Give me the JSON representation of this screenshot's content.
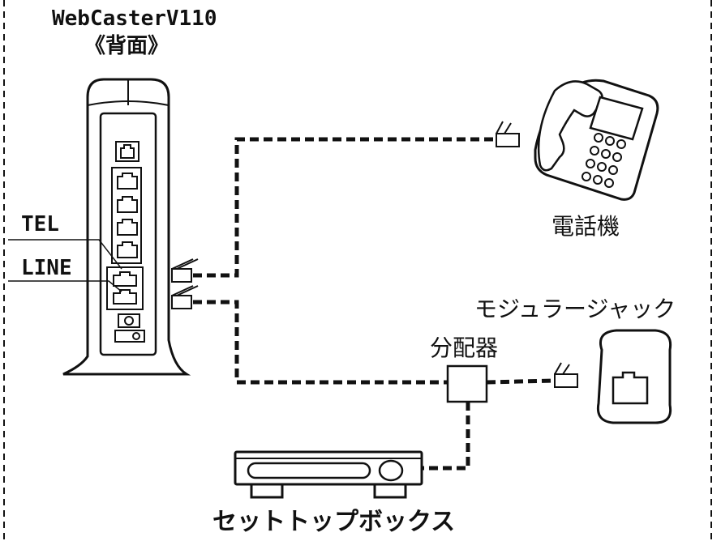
{
  "header": {
    "title": "WebCasterV110",
    "subtitle": "《背面》"
  },
  "labels": {
    "tel": "TEL",
    "line": "LINE",
    "telephone": "電話機",
    "modular_jack": "モジュラージャック",
    "splitter": "分配器",
    "set_top_box": "セットトップボックス"
  },
  "colors": {
    "line": "#111111",
    "background": "#ffffff"
  }
}
